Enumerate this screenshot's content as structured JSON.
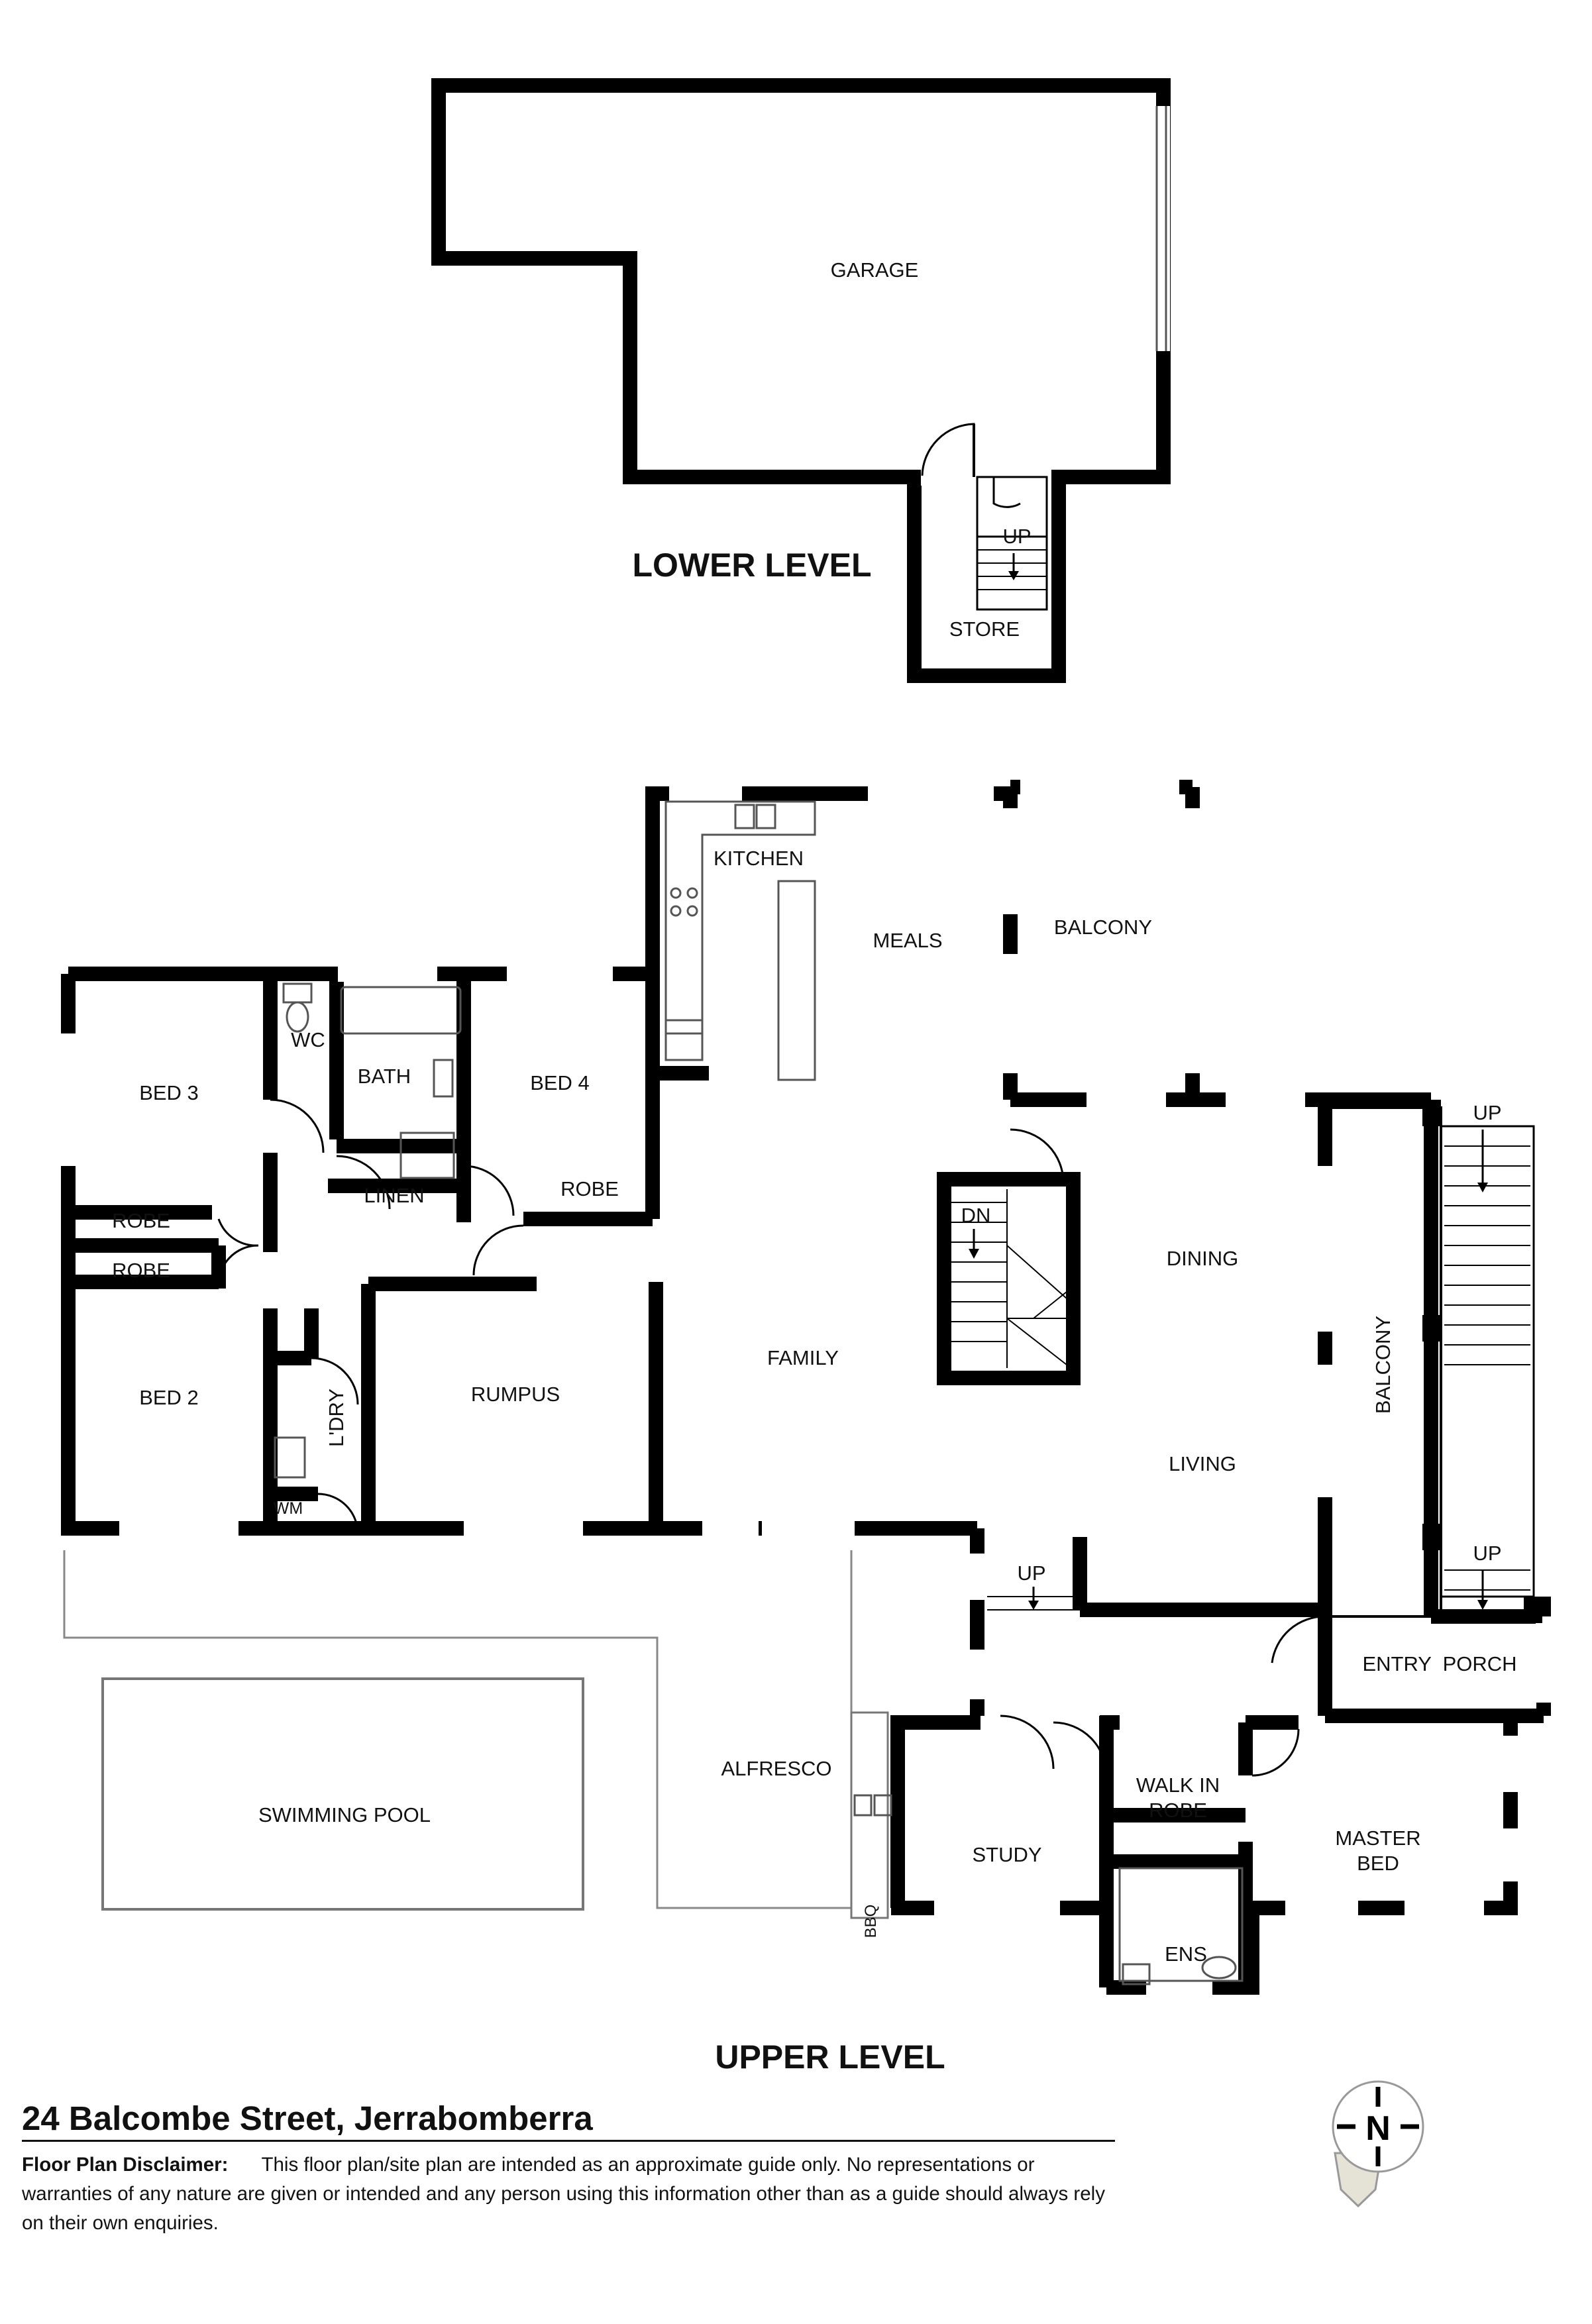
{
  "levels": {
    "lower": "LOWER LEVEL",
    "upper": "UPPER LEVEL"
  },
  "rooms": {
    "garage": "GARAGE",
    "store": "STORE",
    "up_lower": "UP",
    "kitchen": "KITCHEN",
    "meals": "MEALS",
    "balcony_north": "BALCONY",
    "bed3": "BED 3",
    "wc": "WC",
    "bath": "BATH",
    "bed4": "BED 4",
    "linen": "LINEN",
    "robe_bed4": "ROBE",
    "robe_bed3": "ROBE",
    "robe_bed2": "ROBE",
    "bed2": "BED 2",
    "laundry": "L'DRY",
    "wm": "WM",
    "rumpus": "RUMPUS",
    "family": "FAMILY",
    "dn": "DN",
    "dining": "DINING",
    "living": "LIVING",
    "balcony_east": "BALCONY",
    "up_stairs_top": "UP",
    "up_stairs_bottom": "UP",
    "up_hall": "UP",
    "entry_porch": "ENTRY  PORCH",
    "alfresco": "ALFRESCO",
    "swimming_pool": "SWIMMING POOL",
    "bbq": "BBQ",
    "study": "STUDY",
    "walk_in_robe_1": "WALK IN",
    "walk_in_robe_2": "ROBE",
    "ens": "ENS",
    "master_1": "MASTER",
    "master_2": "BED"
  },
  "compass": {
    "north": "N",
    "icon": "compass-icon"
  },
  "footer": {
    "address": "24 Balcombe Street, Jerrabomberra",
    "disclaimer_title": "Floor Plan Disclaimer:",
    "disclaimer_text": "This floor plan/site plan are intended as an approximate guide only. No representations or warranties of any nature are given or intended and any person using this information other than as a guide should always rely on their own enquiries."
  }
}
